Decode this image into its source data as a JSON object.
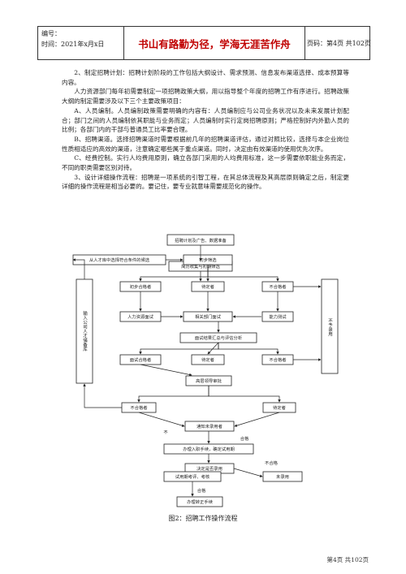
{
  "header": {
    "number_label": "编号：",
    "time_label": "时间：2021年x月x日",
    "slogan": "书山有路勤为径，学海无涯苦作舟",
    "page_label": "页码：第4页 共102页"
  },
  "paragraphs": [
    "2、制定招聘计划：招聘计划阶段的工作包括大纲设计、需求预测、信息发布渠道选择、成本预算等内容。",
    "人力资源部门每年初需要制定一项招聘政策大纲，用以指导整个年度的招聘工作有序进行。招聘政策大纲的制定需要涉及以下三个主要政策项目：",
    "A、人员编制。人员编制政策需要明确的内容有：人员编制应与公司业务状况以及未来发展计划配合；部门之间的人员编制依其职能与业务而定；人员编制时实行定岗招聘原则；严格控制好内外勤人员的比例；各部门内的干部与普通员工比率要合理。",
    "B、招聘渠道。选择招聘渠道时需要根据前几年的招聘渠道评估，通过对照比较，选择与本企业岗位性质相适应的高效的渠道，注意确定哪些属于重点渠道。同时，决定由有效渠道的使用优先次序。",
    "C、经费控制。实行人均费用原则，确立各部门采用的人均费用标准，这一步需要依职能业务而定，不同的职类需要区别对待。",
    "3、设计详细操作流程：招聘是一项系统的引智工程，在其总体流程及其高层原则确定之后，制定更详细的操作流程是相当必要的。要记住，要专业就意味需要规范化的操作。"
  ],
  "flowchart": {
    "nodes": {
      "publish": "招聘计划及广告、数据准备",
      "collect": "简历收集与初期筛选",
      "talent_pool_choice": "从人才库中选择符合条件的候选",
      "initial": "初步筛选",
      "qualified1": "初步合格者",
      "pending1": "待定者",
      "unqualified1": "不合格者",
      "hr_interview": "人力资源面试",
      "dept_interview": "相关部门面试",
      "ability_test": "能力测试",
      "assessment": "面试结果汇总与评估分析",
      "qualified2": "面试合格者",
      "pending2": "待定者",
      "unqualified2": "不合格者",
      "final_review": "高层领导审批",
      "fail3": "不合格者",
      "pending3": "待定者",
      "notify": "通知未录用者",
      "ok_label": "合格",
      "not_label": "不",
      "prepare": "办理入职手续，确定试用期",
      "decision": "决定是否录用",
      "probation": "试用期考评、考核",
      "fail_label": "不合格",
      "not_hired": "未录用",
      "pass_label": "合格",
      "formal": "办理转正手续",
      "talent_pool": "输入公司人才储备库",
      "reject": "不予录用"
    }
  },
  "caption": "图2：招聘工作操作流程",
  "footer": "第4页 共102页"
}
